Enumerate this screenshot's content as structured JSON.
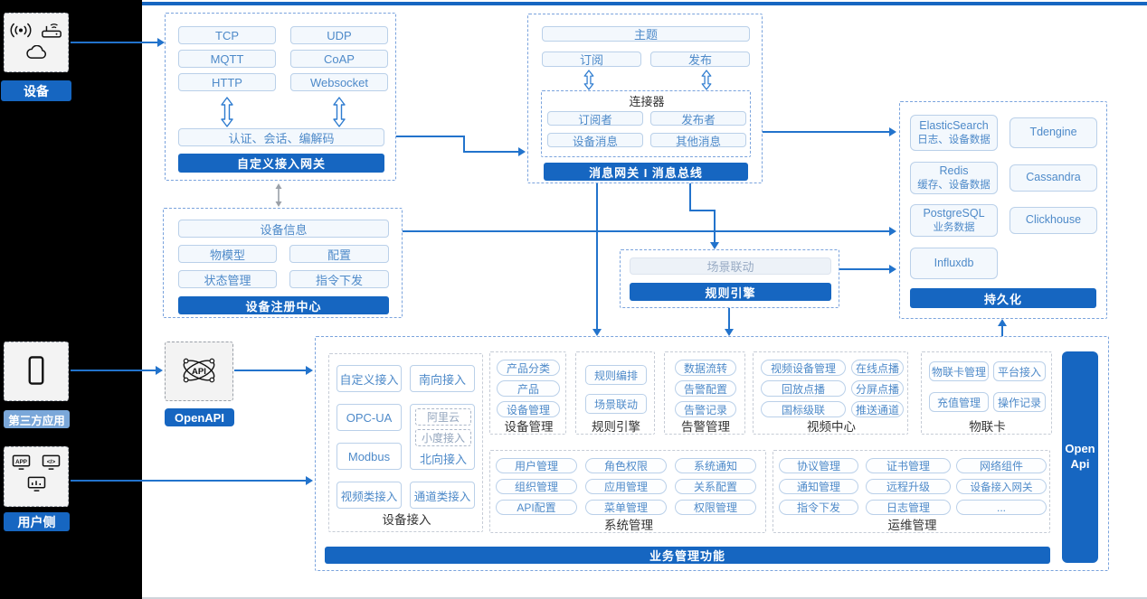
{
  "colors": {
    "accent": "#1666c1",
    "flow_line": "#2273cc",
    "third_party_label_bg": "#7aa7d9",
    "button_text": "#4e8ac9"
  },
  "rail": {
    "device_label": "设备",
    "third_party_label": "第三方应用",
    "user_label": "用户侧"
  },
  "custom_gateway": {
    "protocols": [
      "TCP",
      "UDP",
      "MQTT",
      "CoAP",
      "HTTP",
      "Websocket"
    ],
    "auth": "认证、会话、编解码",
    "title": "自定义接入网关"
  },
  "message_bus": {
    "topic": "主题",
    "subscribe": "订阅",
    "publish": "发布",
    "connector": {
      "title": "连接器",
      "subscriber": "订阅者",
      "publisher": "发布者",
      "device_msg": "设备消息",
      "other_msg": "其他消息"
    },
    "title": "消息网关 I 消息总线"
  },
  "persistence": {
    "stores": [
      {
        "name": "ElasticSearch",
        "desc": "日志、设备数据"
      },
      {
        "name": "Tdengine",
        "desc": ""
      },
      {
        "name": "Redis",
        "desc": "缓存、设备数据"
      },
      {
        "name": "Cassandra",
        "desc": ""
      },
      {
        "name": "PostgreSQL",
        "desc": "业务数据"
      },
      {
        "name": "Clickhouse",
        "desc": ""
      },
      {
        "name": "Influxdb",
        "desc": ""
      }
    ],
    "title": "持久化"
  },
  "registry": {
    "info": "设备信息",
    "items": [
      "物模型",
      "配置",
      "状态管理",
      "指令下发"
    ],
    "title": "设备注册中心"
  },
  "rule_engine": {
    "scene": "场景联动",
    "title": "规则引擎"
  },
  "openapi": {
    "label": "OpenAPI"
  },
  "business": {
    "title": "业务管理功能",
    "open_api": "Open Api",
    "device_access": {
      "label": "设备接入",
      "items": [
        "自定义接入",
        "南向接入",
        "OPC-UA",
        "Modbus",
        "视频类接入",
        "通道类接入"
      ],
      "north": {
        "ali": "阿里云",
        "xiaodu": "小度接入",
        "label": "北向接入"
      }
    },
    "device_mgmt": {
      "label": "设备管理",
      "items": [
        "产品分类",
        "产品",
        "设备管理"
      ]
    },
    "rules": {
      "label": "规则引擎",
      "items": [
        "规则编排",
        "场景联动"
      ]
    },
    "alarm": {
      "label": "告警管理",
      "items": [
        "数据流转",
        "告警配置",
        "告警记录"
      ]
    },
    "video": {
      "label": "视频中心",
      "items": [
        "视频设备管理",
        "在线点播",
        "回放点播",
        "分屏点播",
        "国标级联",
        "推送通道"
      ]
    },
    "iot_card": {
      "label": "物联卡",
      "items": [
        "物联卡管理",
        "平台接入",
        "充值管理",
        "操作记录"
      ]
    },
    "system": {
      "label": "系统管理",
      "items": [
        "用户管理",
        "角色权限",
        "系统通知",
        "组织管理",
        "应用管理",
        "关系配置",
        "API配置",
        "菜单管理",
        "权限管理"
      ]
    },
    "ops": {
      "label": "运维管理",
      "items": [
        "协议管理",
        "证书管理",
        "网络组件",
        "通知管理",
        "远程升级",
        "设备接入网关",
        "指令下发",
        "日志管理",
        "..."
      ]
    }
  }
}
